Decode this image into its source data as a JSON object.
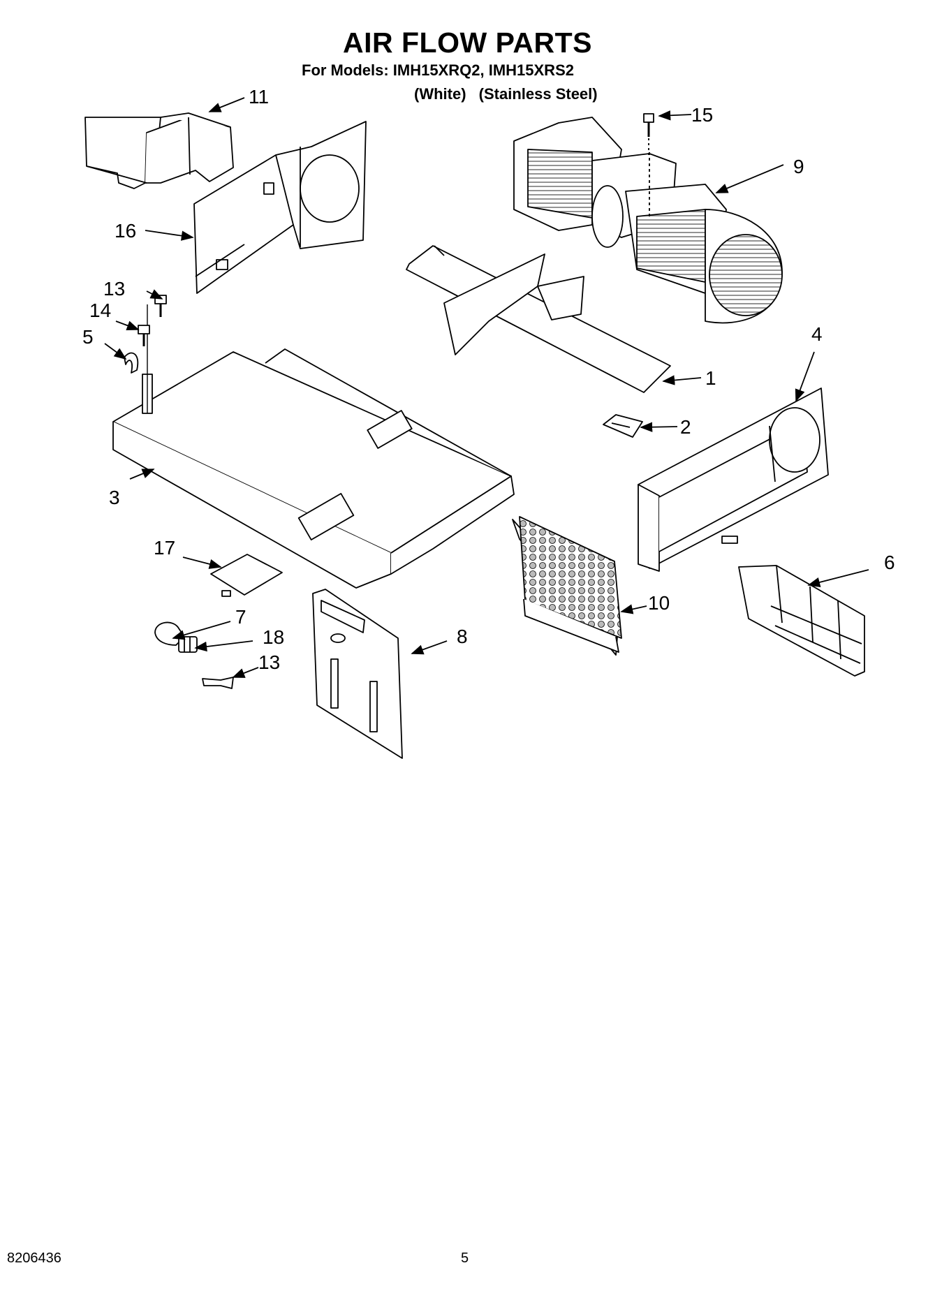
{
  "header": {
    "title": "AIR FLOW PARTS",
    "models_line": "For Models: IMH15XRQ2, IMH15XRS2",
    "variant_white": "(White)",
    "variant_stainless": "(Stainless Steel)"
  },
  "callouts": [
    "1",
    "2",
    "3",
    "4",
    "5",
    "6",
    "7",
    "8",
    "9",
    "10",
    "11",
    "13",
    "13",
    "14",
    "15",
    "16",
    "17",
    "18"
  ],
  "footer": {
    "doc_number": "8206436",
    "page_number": "5"
  }
}
